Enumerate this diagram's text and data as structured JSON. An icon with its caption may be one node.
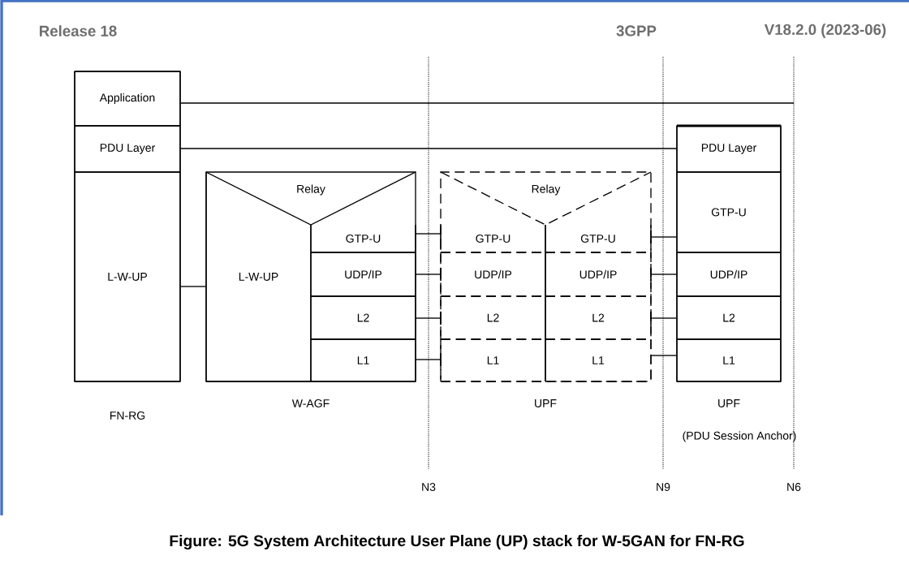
{
  "diagram": {
    "caption": "Figure: 5G System Architecture User Plane (UP) stack for W-5GAN for FN-RG",
    "nodes": [
      {
        "text": [],
        "shape": "box",
        "beside": [
          "FN-RG"
        ]
      },
      {
        "text": [
          "Application"
        ],
        "in": 0
      },
      {
        "text": [
          "PDU Layer"
        ],
        "in": 0
      },
      {
        "text": [
          "L-W-UP"
        ],
        "in": 0
      },
      {
        "text": [],
        "shape": "box",
        "beside": [
          "W-AGF"
        ]
      },
      {
        "text": [
          "Relay"
        ],
        "in": 4
      },
      {
        "text": [
          "L-W-UP"
        ],
        "in": 4
      },
      {
        "text": [
          "GTP-U"
        ],
        "in": 4
      },
      {
        "text": [
          "UDP/IP"
        ],
        "in": 4
      },
      {
        "text": [
          "L2"
        ],
        "in": 4
      },
      {
        "text": [
          "L1"
        ],
        "in": 4
      },
      {
        "text": [],
        "shape": "box",
        "beside": [
          "UPF"
        ]
      },
      {
        "text": [
          "Relay"
        ],
        "in": 11
      },
      {
        "text": [
          "GTP-U"
        ],
        "in": 11
      },
      {
        "text": [
          "GTP-U"
        ],
        "in": 11
      },
      {
        "text": [
          "UDP/IP"
        ],
        "in": 11
      },
      {
        "text": [
          "UDP/IP"
        ],
        "in": 11
      },
      {
        "text": [
          "L2"
        ],
        "in": 11
      },
      {
        "text": [
          "L2"
        ],
        "in": 11
      },
      {
        "text": [
          "L1"
        ],
        "in": 11
      },
      {
        "text": [
          "L1"
        ],
        "in": 11
      },
      {
        "text": [],
        "shape": "box",
        "beside": [
          "UPF",
          "(PDU Session Anchor)"
        ]
      },
      {
        "text": [
          "PDU Layer"
        ],
        "in": 21
      },
      {
        "text": [
          "GTP-U"
        ],
        "in": 21
      },
      {
        "text": [
          "UDP/IP"
        ],
        "in": 21
      },
      {
        "text": [
          "L2"
        ],
        "in": 21
      },
      {
        "text": [
          "L1"
        ],
        "in": 21
      }
    ],
    "edges": [
      {
        "from": 1,
        "to": null,
        "arrow": "none"
      },
      {
        "from": 2,
        "to": 22,
        "arrow": "none"
      },
      {
        "from": 3,
        "to": 6,
        "arrow": "none"
      },
      {
        "from": 7,
        "to": 13,
        "arrow": "none"
      },
      {
        "from": 8,
        "to": 15,
        "arrow": "none"
      },
      {
        "from": 9,
        "to": 17,
        "arrow": "none"
      },
      {
        "from": 10,
        "to": 19,
        "arrow": "none"
      },
      {
        "from": 23,
        "to": 14,
        "arrow": "none"
      },
      {
        "from": 24,
        "to": 16,
        "arrow": "none"
      },
      {
        "from": 25,
        "to": 18,
        "arrow": "none"
      },
      {
        "from": 26,
        "to": 20,
        "arrow": "none"
      }
    ],
    "labels": [
      "Release 18",
      "3GPP",
      "V18.2.0 (2023-06)",
      "N3",
      "N9",
      "N6"
    ]
  }
}
